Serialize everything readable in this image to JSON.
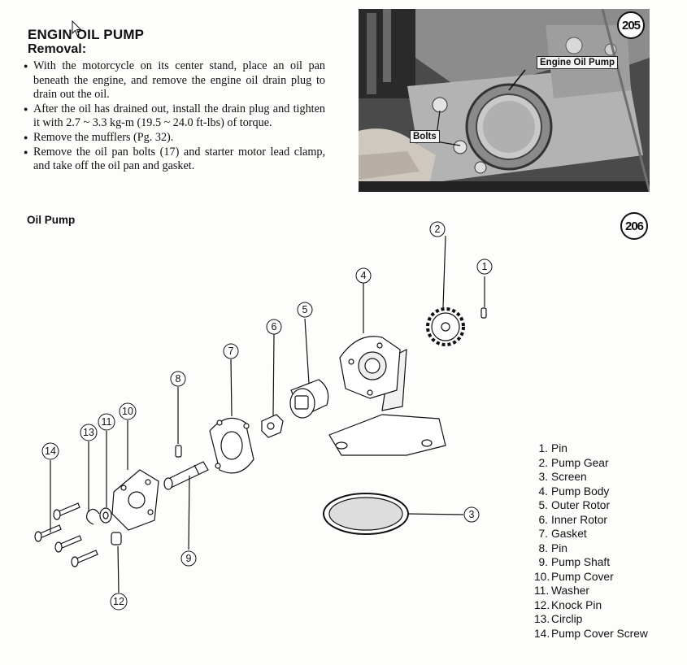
{
  "heading": {
    "title": "ENGIN OIL PUMP",
    "subtitle": "Removal:"
  },
  "steps": [
    "With the motorcycle on its center stand, place an oil pan beneath the engine, and remove the engine oil drain plug to drain out the oil.",
    "After the oil has drained out, install the drain plug and tighten it with 2.7 ~ 3.3 kg-m (19.5 ~ 24.0 ft-lbs) of torque.",
    "Remove the mufflers (Pg. 32).",
    "Remove the oil pan bolts (17) and starter motor lead clamp, and take off the oil pan and gasket."
  ],
  "photo": {
    "figure_number": "205",
    "labels": {
      "pump": "Engine Oil Pump",
      "bolts": "Bolts"
    }
  },
  "diagram": {
    "title": "Oil Pump",
    "figure_number": "206",
    "callouts": [
      "1",
      "2",
      "3",
      "4",
      "5",
      "6",
      "7",
      "8",
      "9",
      "10",
      "11",
      "12",
      "13",
      "14"
    ]
  },
  "legend": [
    {
      "num": "1.",
      "name": "Pin"
    },
    {
      "num": "2.",
      "name": "Pump Gear"
    },
    {
      "num": "3.",
      "name": "Screen"
    },
    {
      "num": "4.",
      "name": "Pump Body"
    },
    {
      "num": "5.",
      "name": "Outer Rotor"
    },
    {
      "num": "6.",
      "name": "Inner Rotor"
    },
    {
      "num": "7.",
      "name": "Gasket"
    },
    {
      "num": "8.",
      "name": "Pin"
    },
    {
      "num": "9.",
      "name": "Pump Shaft"
    },
    {
      "num": "10.",
      "name": "Pump Cover"
    },
    {
      "num": "11.",
      "name": "Washer"
    },
    {
      "num": "12.",
      "name": "Knock Pin"
    },
    {
      "num": "13.",
      "name": "Circlip"
    },
    {
      "num": "14.",
      "name": "Pump Cover Screw"
    }
  ]
}
